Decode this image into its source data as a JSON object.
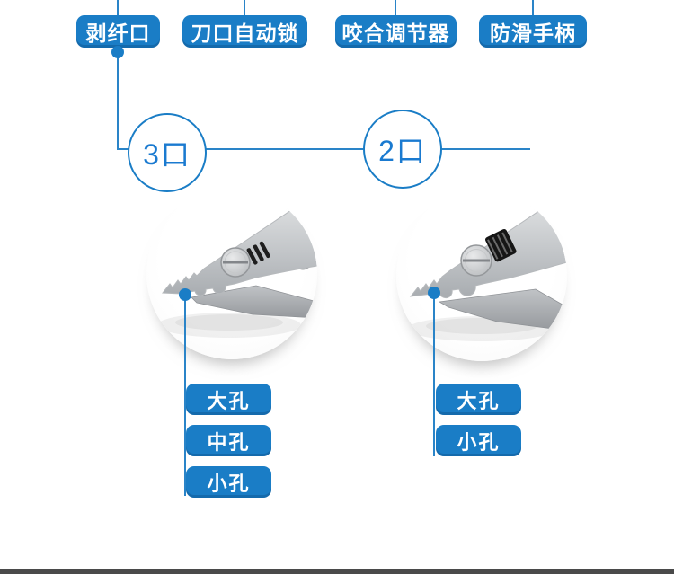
{
  "page": {
    "background_color": "#ffffff",
    "accent_color": "#1a7dc6",
    "bottom_bar_color": "#4a4a4a"
  },
  "feature_labels": [
    "剥纤口",
    "刀口自动锁",
    "咬合调节器",
    "防滑手柄"
  ],
  "variants": [
    {
      "port_count": "3口",
      "image": "three-port-plier-tip-photo",
      "holes": [
        "大孔",
        "中孔",
        "小孔"
      ]
    },
    {
      "port_count": "2口",
      "image": "two-port-plier-tip-photo",
      "holes": [
        "大孔",
        "小孔"
      ]
    }
  ]
}
